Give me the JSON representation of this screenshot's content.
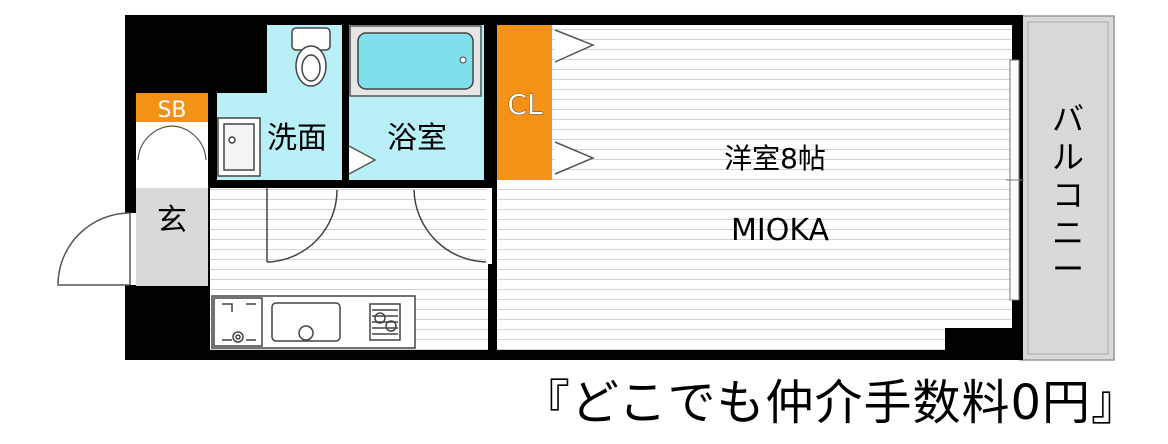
{
  "labels": {
    "shoe_box": "SB",
    "washroom": "洗面",
    "bathroom": "浴室",
    "closet": "CL",
    "western_room": "洋室8帖",
    "brand": "MIOKA",
    "entrance": "玄",
    "balcony": [
      "バ",
      "ル",
      "コ",
      "ニ",
      "ー"
    ]
  },
  "promo": {
    "text": "『どこでも仲介手数料0円』"
  },
  "colors": {
    "wall": "#000000",
    "floor_lines": "#cfcfcf",
    "wet_area": "#b9f0f8",
    "tub": "#7fe0ee",
    "closet": "#f39217",
    "shoe_box": "#f39217",
    "entrance_floor": "#d9d9d9",
    "balcony": "#d9d9d9"
  }
}
